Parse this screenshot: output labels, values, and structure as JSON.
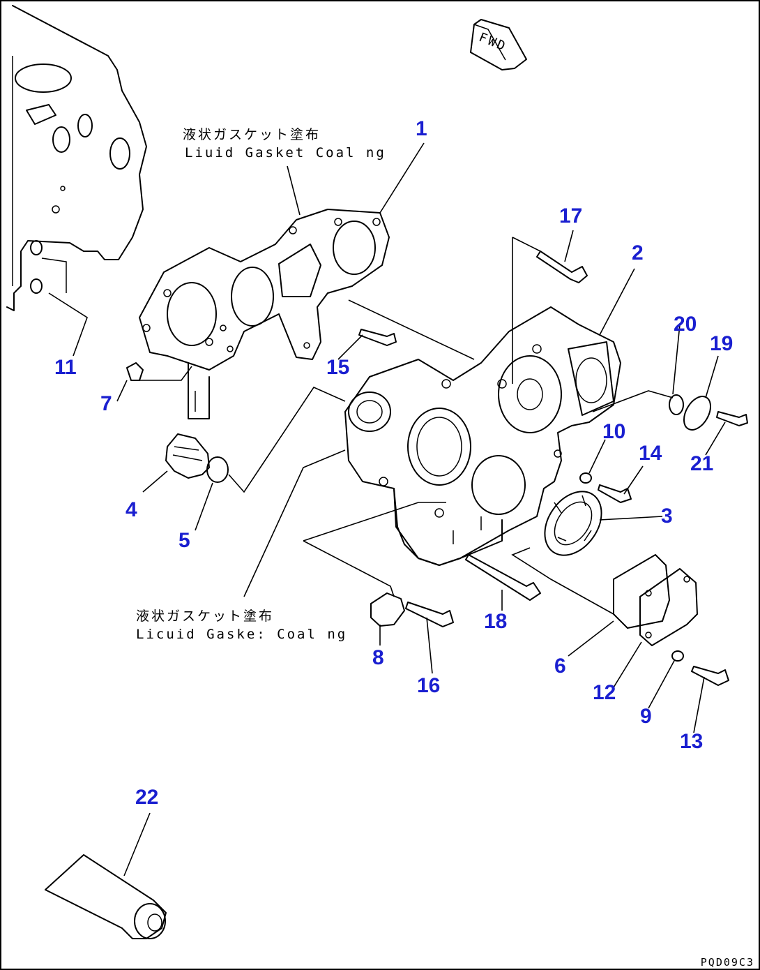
{
  "notes": {
    "top_jp": "液状ガスケット塗布",
    "top_en": "Liuid Gasket Coal ng",
    "bottom_jp": "液状ガスケット塗布",
    "bottom_en": "Licuid Gaske: Coal ng"
  },
  "direction_label": "FWD",
  "drawing_code": "PQD09C3",
  "callouts": [
    "1",
    "2",
    "3",
    "4",
    "5",
    "6",
    "7",
    "8",
    "9",
    "10",
    "11",
    "12",
    "13",
    "14",
    "15",
    "16",
    "17",
    "18",
    "19",
    "20",
    "21",
    "22"
  ],
  "label_color": "#1a1fd0"
}
